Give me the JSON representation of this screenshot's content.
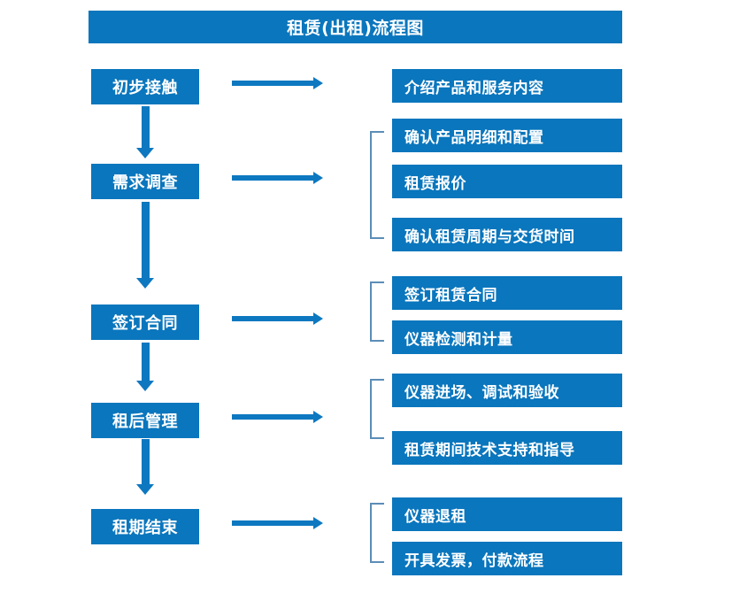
{
  "title": "租赁(出租)流程图",
  "colors": {
    "box_blue": "#0a76bd",
    "arrow_blue": "#0d78c0",
    "bracket_blue": "#5b8db8",
    "text_white": "#ffffff",
    "background": "#ffffff"
  },
  "stages": [
    {
      "id": "stage-1",
      "label": "初步接触"
    },
    {
      "id": "stage-2",
      "label": "需求调查"
    },
    {
      "id": "stage-3",
      "label": "签订合同"
    },
    {
      "id": "stage-4",
      "label": "租后管理"
    },
    {
      "id": "stage-5",
      "label": "租期结束"
    }
  ],
  "details": {
    "group_1": [
      {
        "label": "介绍产品和服务内容"
      }
    ],
    "group_2": [
      {
        "label": "确认产品明细和配置"
      },
      {
        "label": "租赁报价"
      },
      {
        "label": "确认租赁周期与交货时间"
      }
    ],
    "group_3": [
      {
        "label": "签订租赁合同"
      },
      {
        "label": "仪器检测和计量"
      }
    ],
    "group_4": [
      {
        "label": "仪器进场、调试和验收"
      },
      {
        "label": "租赁期间技术支持和指导"
      }
    ],
    "group_5": [
      {
        "label": "仪器退租"
      },
      {
        "label": "开具发票，付款流程"
      }
    ]
  },
  "connectors": {
    "flow_arrow": "right-arrow-icon",
    "step_arrow": "down-arrow-icon",
    "group_bracket": "bracket-icon"
  }
}
